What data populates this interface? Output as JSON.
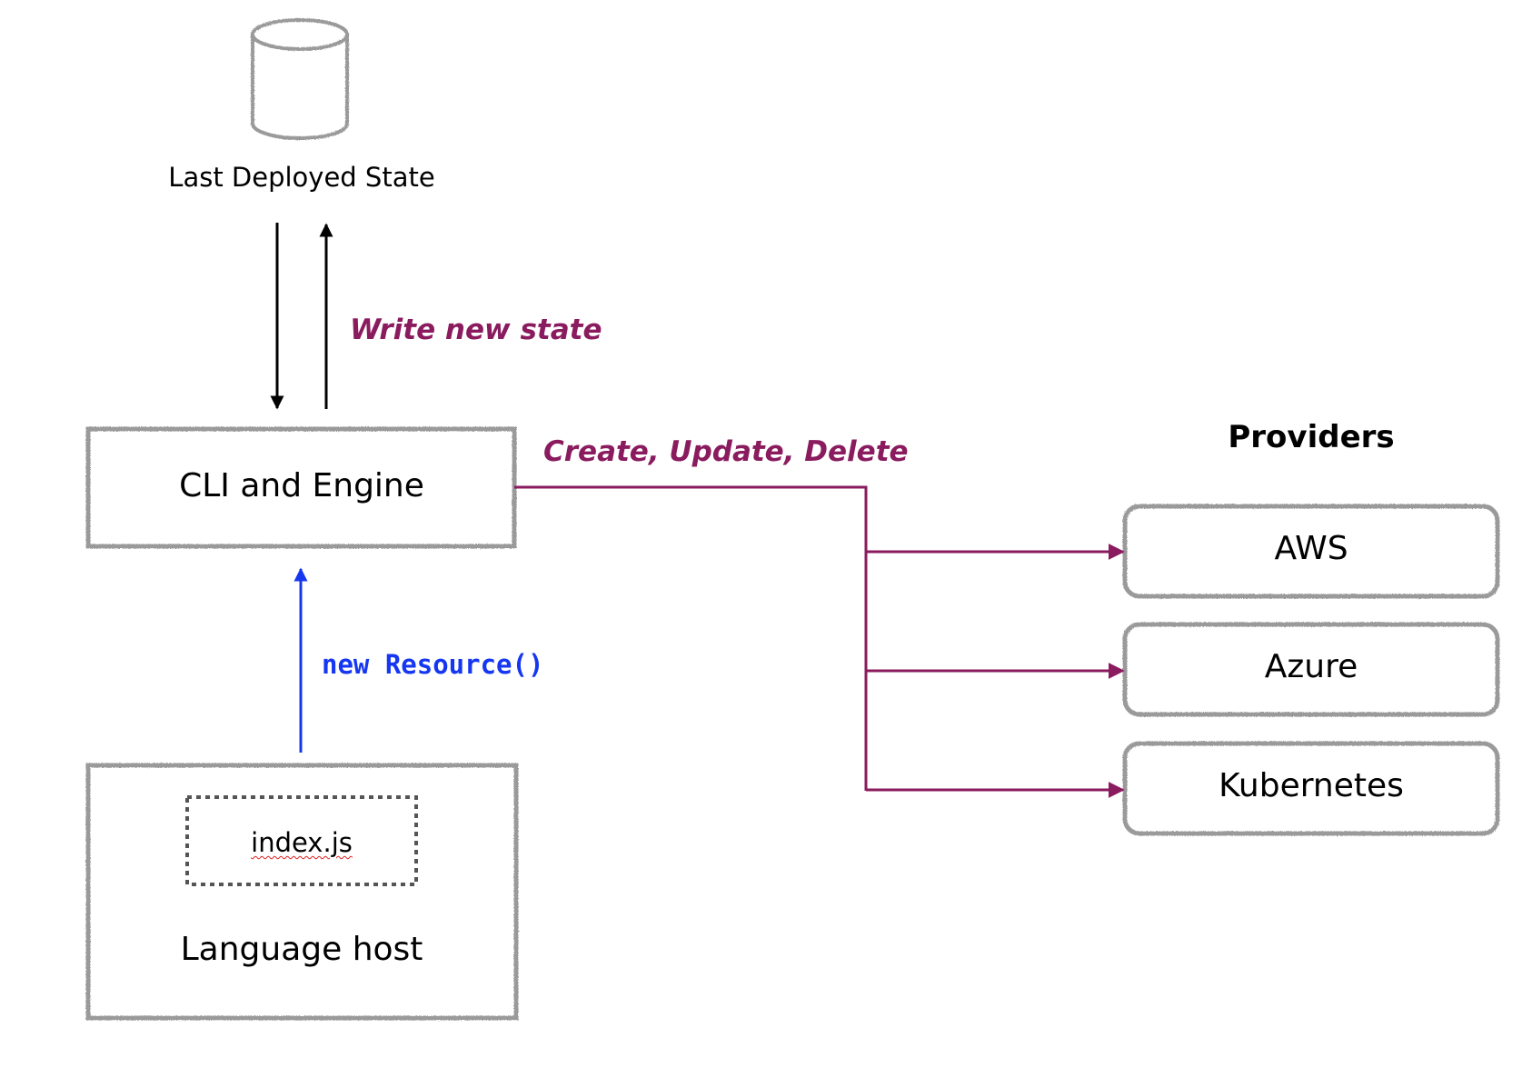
{
  "state_store": {
    "label": "Last Deployed State",
    "icon": "database-cylinder-icon"
  },
  "engine": {
    "label": "CLI and Engine"
  },
  "language_host": {
    "label": "Language host",
    "file_label": "index.js"
  },
  "flows": {
    "write_state": "Write new state",
    "operations": "Create, Update, Delete",
    "new_resource": "new Resource()"
  },
  "providers": {
    "heading": "Providers",
    "items": [
      {
        "label": "AWS"
      },
      {
        "label": "Azure"
      },
      {
        "label": "Kubernetes"
      }
    ]
  },
  "colors": {
    "sketch_border": "#9a9a9a",
    "operation_arrows": "#8a1b5e",
    "resource_arrow": "#1537f2",
    "state_arrows": "#000000",
    "spellcheck_underline": "#e02020"
  }
}
